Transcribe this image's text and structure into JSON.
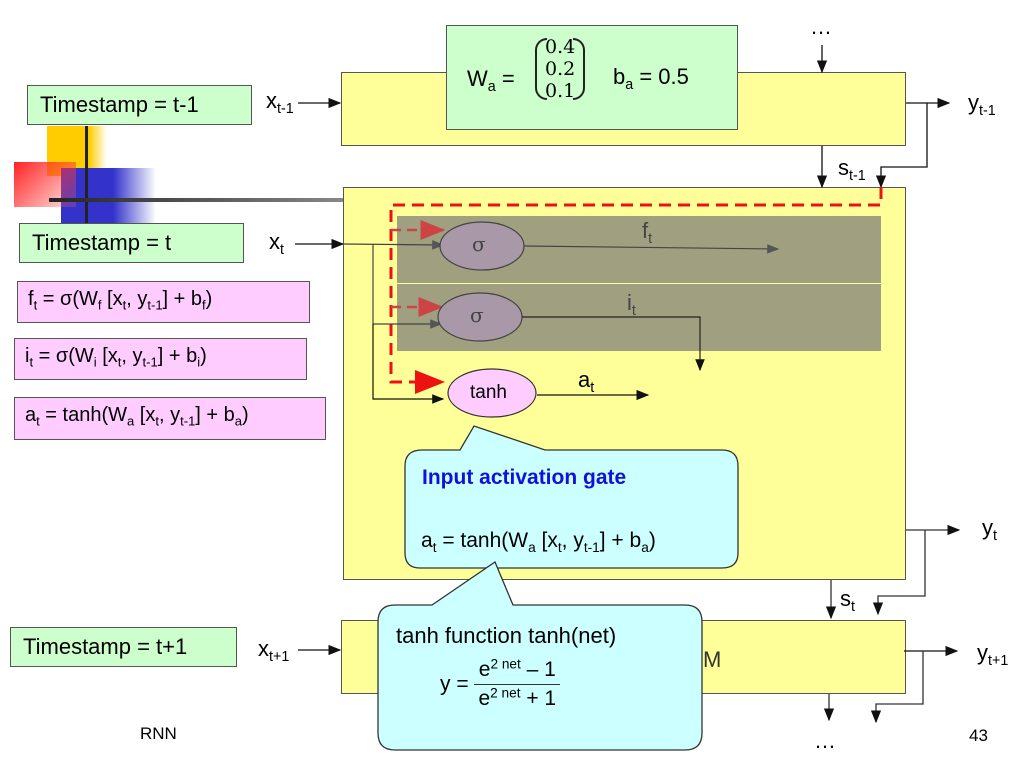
{
  "slide": {
    "footer_left": "RNN",
    "page_number": "43"
  },
  "colors": {
    "cell_fill": "#ffff99",
    "timestamp_fill": "#ccffcc",
    "equation_fill": "#ffccff",
    "callout_fill": "#ccffff",
    "gate_band": "#a0a080",
    "sigma_fill": "#a898a8",
    "tanh_fill": "#ffccff",
    "dashed_path": "#ee1111",
    "callout_title": "#1111dd"
  },
  "timestamps": [
    {
      "label": "Timestamp = t-1"
    },
    {
      "label": "Timestamp = t"
    },
    {
      "label": "Timestamp = t+1"
    }
  ],
  "inputs": {
    "x_prev": {
      "base": "x",
      "sub": "t-1"
    },
    "x_curr": {
      "base": "x",
      "sub": "t"
    },
    "x_next": {
      "base": "x",
      "sub": "t+1"
    }
  },
  "outputs": {
    "y_prev": {
      "base": "y",
      "sub": "t-1"
    },
    "y_curr": {
      "base": "y",
      "sub": "t"
    },
    "y_next": {
      "base": "y",
      "sub": "t+1"
    }
  },
  "states": {
    "s_prev": {
      "base": "s",
      "sub": "t-1"
    },
    "s_curr": {
      "base": "s",
      "sub": "t"
    }
  },
  "ellipsis_top": "…",
  "ellipsis_bottom": "…",
  "weights": {
    "w_label": "W",
    "w_sub": "a",
    "equals": "=",
    "w_values": [
      "0.4",
      "0.2",
      "0.1"
    ],
    "b_label": "b",
    "b_sub": "a",
    "b_value": "= 0.5"
  },
  "equations": [
    {
      "lhs": "f",
      "lhs_sub": "t",
      "fn": "σ(W",
      "w_sub": "f",
      "x": "x",
      "x_sub": "t",
      "y": "y",
      "y_sub": "t-1",
      "b": "b",
      "b_sub": "f",
      "tail": ")"
    },
    {
      "lhs": "i",
      "lhs_sub": "t",
      "fn": "σ(W",
      "w_sub": "i",
      "x": "x",
      "x_sub": "t",
      "y": "y",
      "y_sub": "t-1",
      "b": "b",
      "b_sub": "i",
      "tail": ")"
    },
    {
      "lhs": "a",
      "lhs_sub": "t",
      "fn": "tanh(W",
      "w_sub": "a",
      "x": "x",
      "x_sub": "t",
      "y": "y",
      "y_sub": "t-1",
      "b": "b",
      "b_sub": "a",
      "tail": ")"
    }
  ],
  "gates": {
    "forget": {
      "symbol": "σ",
      "out_base": "f",
      "out_sub": "t"
    },
    "input": {
      "symbol": "σ",
      "out_base": "i",
      "out_sub": "t"
    },
    "activation": {
      "symbol": "tanh",
      "out_base": "a",
      "out_sub": "t"
    }
  },
  "callout_activation": {
    "title": "Input activation gate",
    "formula": {
      "lhs": "a",
      "lhs_sub": "t",
      "fn": "tanh(W",
      "w_sub": "a",
      "x": "x",
      "x_sub": "t",
      "y": "y",
      "y_sub": "t-1",
      "b": "b",
      "b_sub": "a",
      "tail": ")"
    }
  },
  "callout_tanh": {
    "title": "tanh function tanh(net)",
    "y_eq": "y =",
    "numerator": {
      "base": "e",
      "exp": "2 net",
      "rest": " – 1"
    },
    "denominator": {
      "base": "e",
      "exp": "2 net",
      "rest": " + 1"
    }
  },
  "cell_next_partial_label": "M"
}
